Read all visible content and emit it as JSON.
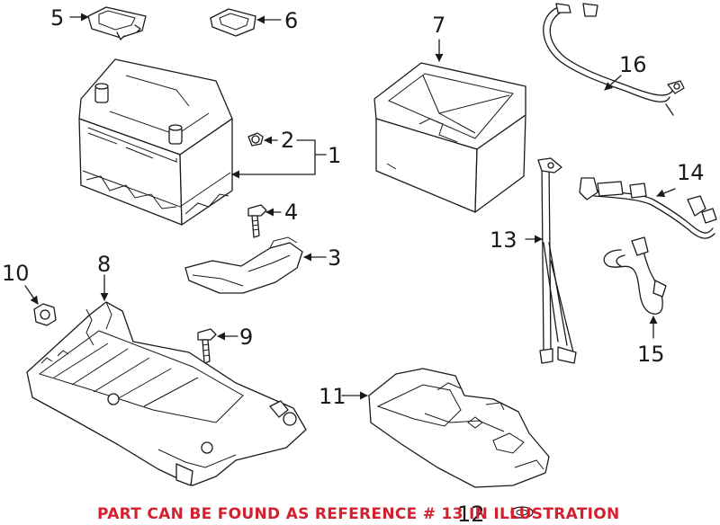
{
  "callouts": {
    "c1": "1",
    "c2": "2",
    "c3": "3",
    "c4": "4",
    "c5": "5",
    "c6": "6",
    "c7": "7",
    "c8": "8",
    "c9": "9",
    "c10": "10",
    "c11": "11",
    "c12": "12",
    "c13": "13",
    "c14": "14",
    "c15": "15",
    "c16": "16"
  },
  "footer_note": "PART CAN BE FOUND AS REFERENCE # 13 IN ILLUSTRATION",
  "colors": {
    "footer": "#d3202e",
    "lines": "#1a1a1a"
  }
}
